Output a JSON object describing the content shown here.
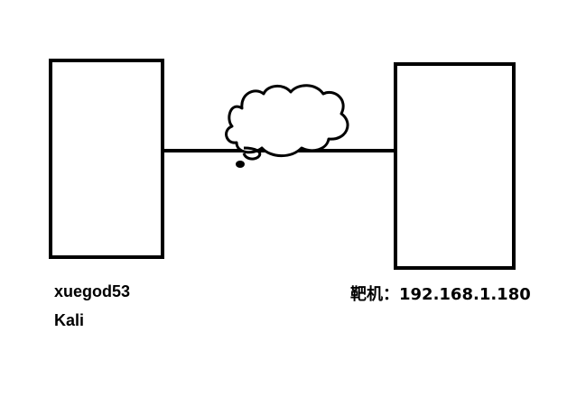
{
  "diagram": {
    "left_node": {
      "line1": "xuegod53",
      "line2": "Kali"
    },
    "right_node": {
      "label": "靶机：192.168.1.180"
    },
    "link": {
      "icon": "cloud-icon"
    },
    "colors": {
      "stroke": "#000000",
      "background": "#ffffff"
    }
  }
}
